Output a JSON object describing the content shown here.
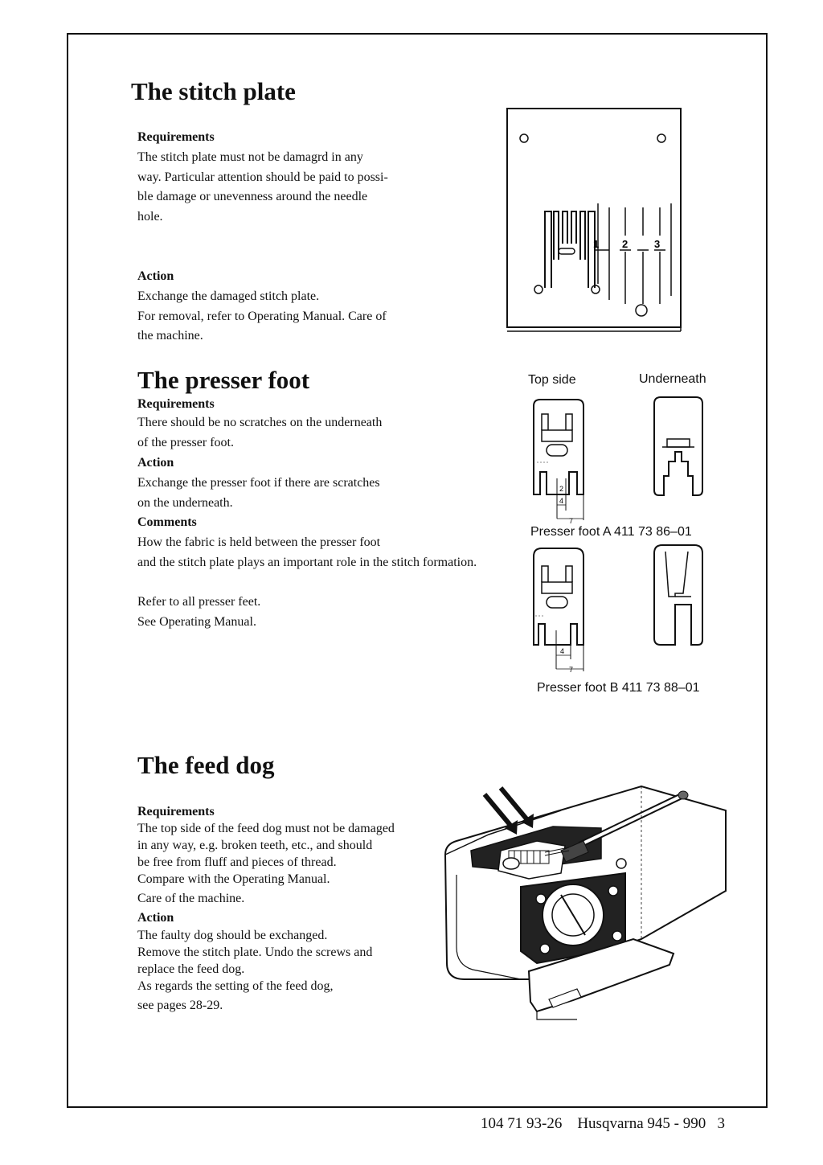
{
  "stitch_plate": {
    "title": "The stitch plate",
    "requirements_heading": "Requirements",
    "requirements_lines": [
      "The stitch plate must not be damagrd in any",
      "way. Particular attention should be paid to possi-",
      "ble damage or unevenness around the needle",
      "hole."
    ],
    "action_heading": "Action",
    "action_lines": [
      "Exchange the damaged stitch plate.",
      "For removal, refer to Operating Manual. Care of",
      "the machine."
    ],
    "figure_marks": [
      "1",
      "2",
      "3"
    ]
  },
  "presser_foot": {
    "title": "The presser foot",
    "requirements_heading": "Requirements",
    "requirements_lines": [
      "There should be no scratches on the underneath",
      "of the presser foot."
    ],
    "action_heading": "Action",
    "action_lines": [
      "Exchange the presser foot if there are scratches",
      "on the underneath."
    ],
    "comments_heading": "Comments",
    "comments_lines": [
      "How the fabric is held between the presser foot",
      "and the stitch plate plays an important role in the stitch formation.",
      "",
      "Refer to all presser feet.",
      "See Operating Manual."
    ],
    "figure": {
      "top_side_label": "Top side",
      "underneath_label": "Underneath",
      "foot_a_caption": "Presser foot A 411 73 86–01",
      "foot_b_caption": "Presser foot B 411 73 88–01",
      "dim_marks": [
        "2",
        "4",
        "7"
      ]
    }
  },
  "feed_dog": {
    "title": "The feed dog",
    "requirements_heading": "Requirements",
    "requirements_lines": [
      "The top side of the feed dog must not be damaged",
      "in any way, e.g. broken teeth, etc., and should",
      "be free from fluff and pieces of thread.",
      "Compare with the Operating Manual.",
      "Care of the machine."
    ],
    "action_heading": "Action",
    "action_lines": [
      "The faulty dog should be exchanged.",
      "Remove the stitch plate. Undo the screws and",
      "replace the feed dog.",
      "As regards the setting of the feed dog,",
      "see pages 28-29."
    ]
  },
  "footer": {
    "part_number": "104  71  93-26",
    "model": "Husqvarna  945 - 990",
    "page": "3"
  }
}
